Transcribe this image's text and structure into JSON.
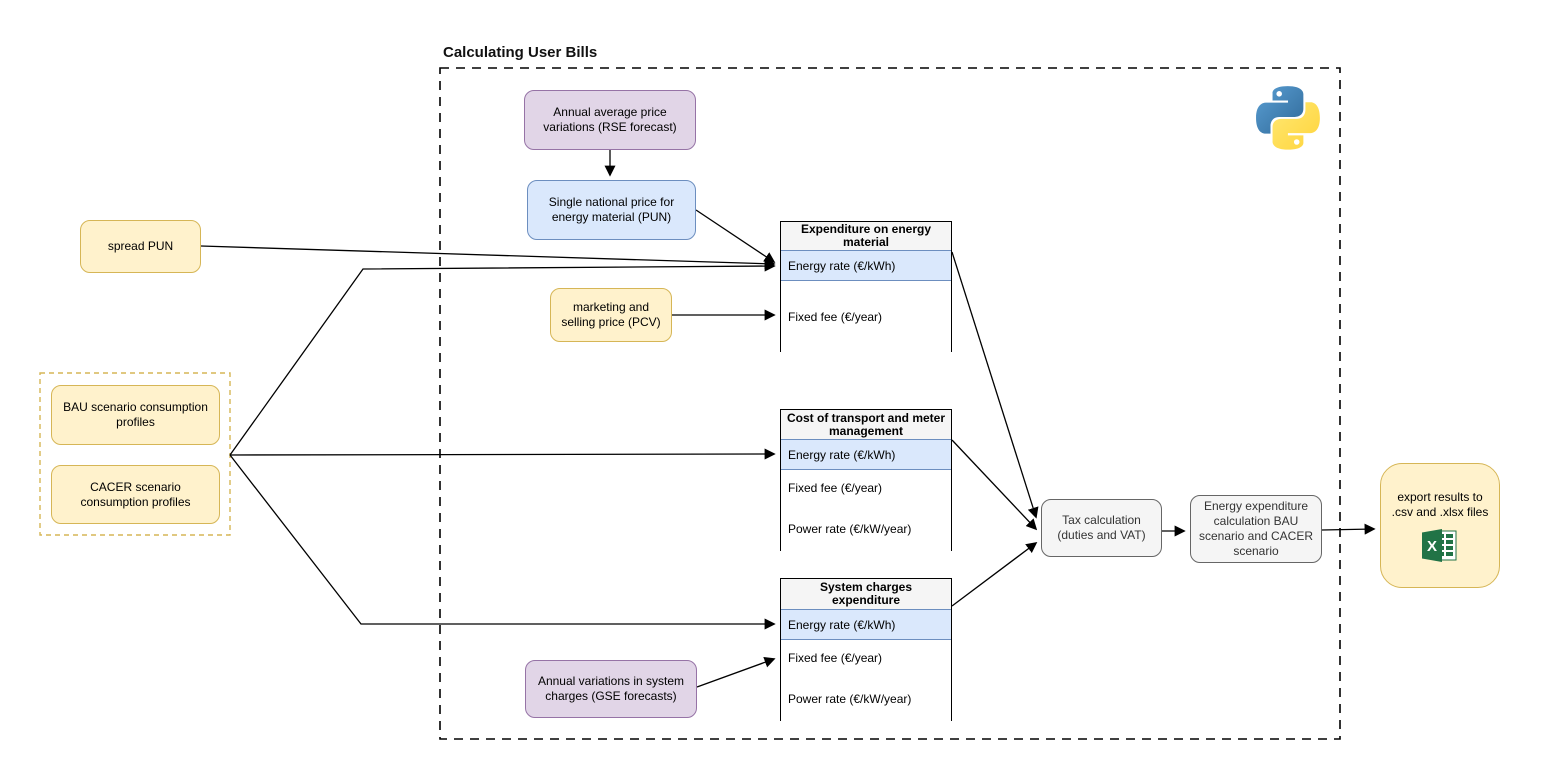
{
  "title": "Calculating User Bills",
  "nodes": {
    "rse_forecast": "Annual average price variations (RSE forecast)",
    "pun": "Single national price for energy material (PUN)",
    "spread_pun": "spread PUN",
    "pcv": "marketing and selling price (PCV)",
    "bau_profiles": "BAU scenario consumption profiles",
    "cacer_profiles": "CACER scenario consumption profiles",
    "gse_forecast": "Annual variations in system charges (GSE forecasts)",
    "tax_calculation": "Tax calculation (duties and VAT)",
    "energy_expenditure": "Energy expenditure calculation BAU scenario and CACER scenario",
    "export_results": "export results to .csv and .xlsx files"
  },
  "tables": [
    {
      "title": "Expenditure on energy material",
      "rows": [
        {
          "label": "Energy rate (€/kWh)",
          "highlighted": true
        },
        {
          "label": "Fixed fee (€/year)",
          "highlighted": false
        }
      ]
    },
    {
      "title": "Cost of transport and meter management",
      "rows": [
        {
          "label": "Energy rate (€/kWh)",
          "highlighted": true
        },
        {
          "label": "Fixed fee (€/year)",
          "highlighted": false
        },
        {
          "label": "Power rate (€/kW/year)",
          "highlighted": false
        }
      ]
    },
    {
      "title": "System charges expenditure",
      "rows": [
        {
          "label": "Energy rate (€/kWh)",
          "highlighted": true
        },
        {
          "label": "Fixed fee (€/year)",
          "highlighted": false
        },
        {
          "label": "Power rate (€/kW/year)",
          "highlighted": false
        }
      ]
    }
  ],
  "icons": {
    "python": "python-logo",
    "excel": "excel-logo"
  },
  "colors": {
    "yellow_fill": "#FFF2CC",
    "yellow_border": "#D6B656",
    "purple_fill": "#E1D5E7",
    "purple_border": "#9673A6",
    "blue_fill": "#DAE8FC",
    "blue_border": "#6C8EBF",
    "gray_fill": "#F5F5F5",
    "gray_border": "#666666",
    "table_header_fill": "#F5F5F5",
    "table_border": "#000000",
    "highlight_row_fill": "#DAE8FC",
    "highlight_row_border": "#6C8EBF",
    "line_color": "#000000",
    "python_blue": "#366994",
    "python_yellow": "#FFC331",
    "excel_green": "#217346"
  }
}
